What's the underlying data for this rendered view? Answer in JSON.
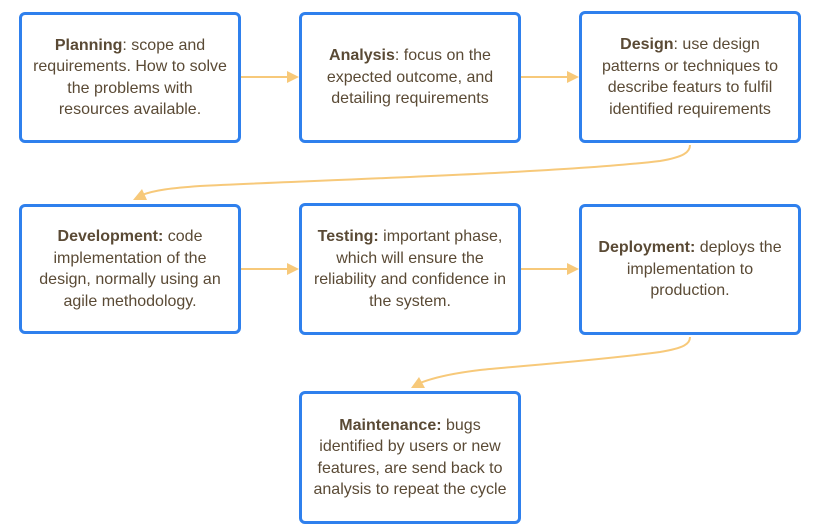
{
  "colors": {
    "box_border": "#2f80ed",
    "arrow": "#f7c97a",
    "text": "#5a4a35"
  },
  "steps": {
    "planning": {
      "title": "Planning",
      "separator": ":",
      "body": " scope and requirements. How to solve the problems with resources available."
    },
    "analysis": {
      "title": "Analysis",
      "separator": ":",
      "body": " focus on the expected outcome, and detailing requirements"
    },
    "design": {
      "title": "Design",
      "separator": ":",
      "body": " use design patterns or techniques to describe featurs to fulfil identified requirements"
    },
    "development": {
      "title": "Development:",
      "separator": "",
      "body": " code implementation of the design, normally using an agile methodology."
    },
    "testing": {
      "title": "Testing:",
      "separator": "",
      "body": " important phase, which will ensure the reliability and confidence in the system."
    },
    "deployment": {
      "title": "Deployment:",
      "separator": "",
      "body": " deploys the implementation to production."
    },
    "maintenance": {
      "title": "Maintenance:",
      "separator": "",
      "body": " bugs identified by users or new features, are send back to analysis to repeat the cycle"
    }
  }
}
